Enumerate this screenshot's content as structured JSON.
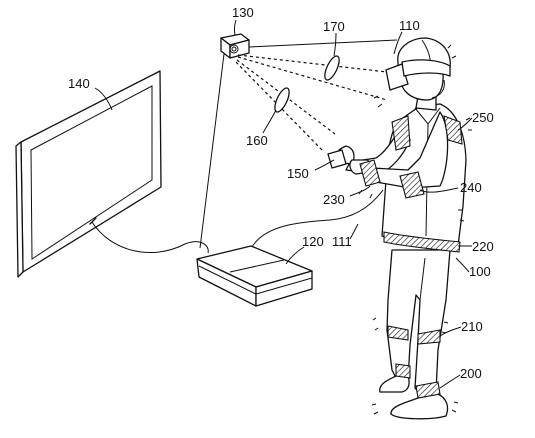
{
  "figure": {
    "labels": {
      "headset": "110",
      "user": "100",
      "camera": "130",
      "display": "140",
      "controller": "150",
      "camera_view_160": "160",
      "camera_view_170": "170",
      "console": "120",
      "cable": "111",
      "shoe_band": "200",
      "knee_band": "210",
      "waist_band": "220",
      "wrist_band": "230",
      "elbow_band": "240",
      "shoulder_band": "250"
    }
  }
}
